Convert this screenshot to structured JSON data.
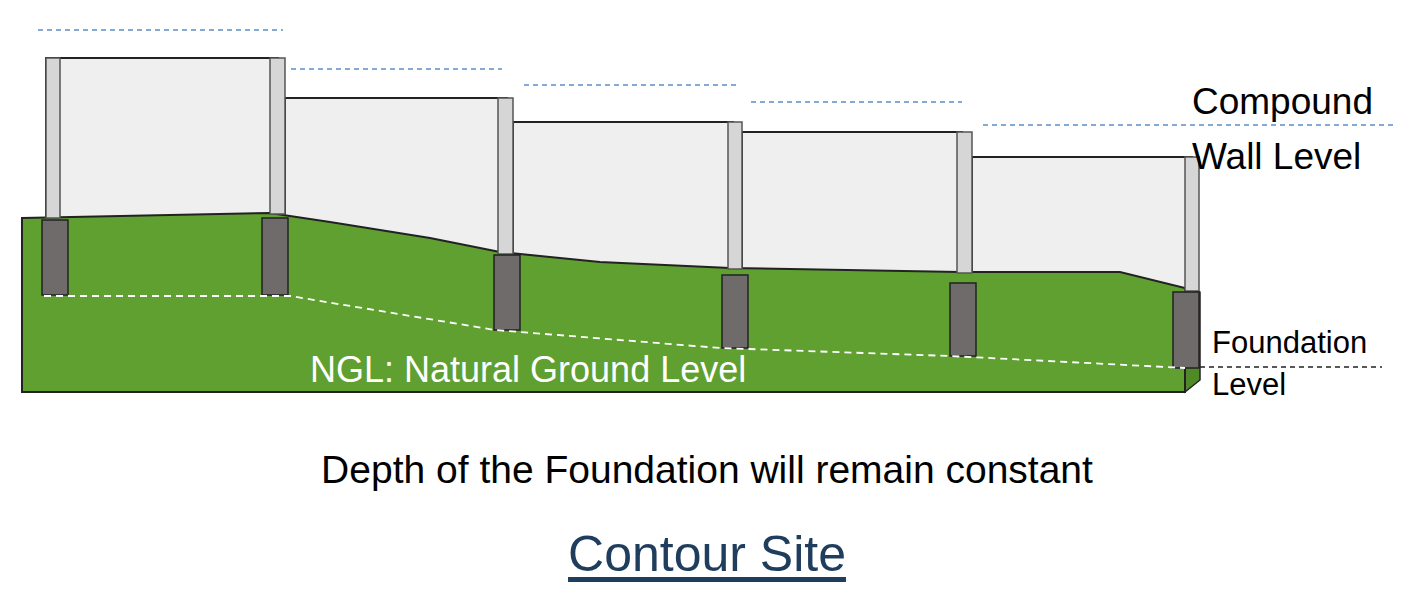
{
  "diagram": {
    "caption": "Contour Site",
    "labels": [
      "Compound Wall Level",
      "Foundation Level",
      "NGL: Natural Ground Level",
      "Depth of the Foundation will remain constant"
    ]
  }
}
